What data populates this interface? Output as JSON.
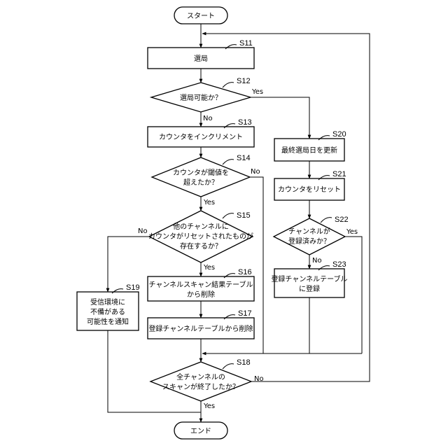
{
  "nodes": {
    "start": {
      "text": "スタート"
    },
    "s11": {
      "step": "S11",
      "lines": [
        "選局"
      ]
    },
    "s12": {
      "step": "S12",
      "lines": [
        "選局可能か？"
      ]
    },
    "s13": {
      "step": "S13",
      "lines": [
        "カウンタをインクリメント"
      ]
    },
    "s14": {
      "step": "S14",
      "lines": [
        "カウンタが閾値を",
        "超えたか？"
      ]
    },
    "s15": {
      "step": "S15",
      "lines": [
        "他のチャンネルに",
        "カウンタがリセットされたものが",
        "存在するか？"
      ]
    },
    "s16": {
      "step": "S16",
      "lines": [
        "チャンネルスキャン結果テーブル",
        "から削除"
      ]
    },
    "s17": {
      "step": "S17",
      "lines": [
        "登録チャンネルテーブルから削除"
      ]
    },
    "s18": {
      "step": "S18",
      "lines": [
        "全チャンネルの",
        "スキャンが終了したか？"
      ]
    },
    "s19": {
      "step": "S19",
      "lines": [
        "受信環境に",
        "不備がある",
        "可能性を通知"
      ]
    },
    "s20": {
      "step": "S20",
      "lines": [
        "最終選局日を更新"
      ]
    },
    "s21": {
      "step": "S21",
      "lines": [
        "カウンタをリセット"
      ]
    },
    "s22": {
      "step": "S22",
      "lines": [
        "チャンネルが",
        "登録済みか？"
      ]
    },
    "s23": {
      "step": "S23",
      "lines": [
        "登録チャンネルテーブル",
        "に登録"
      ]
    },
    "end": {
      "text": "エンド"
    }
  },
  "edge_labels": {
    "s12_yes": "Yes",
    "s12_no": "No",
    "s14_no": "No",
    "s14_yes": "Yes",
    "s15_no": "No",
    "s15_yes": "Yes",
    "s22_yes": "Yes",
    "s22_no": "No",
    "s18_no": "No",
    "s18_yes": "Yes"
  }
}
